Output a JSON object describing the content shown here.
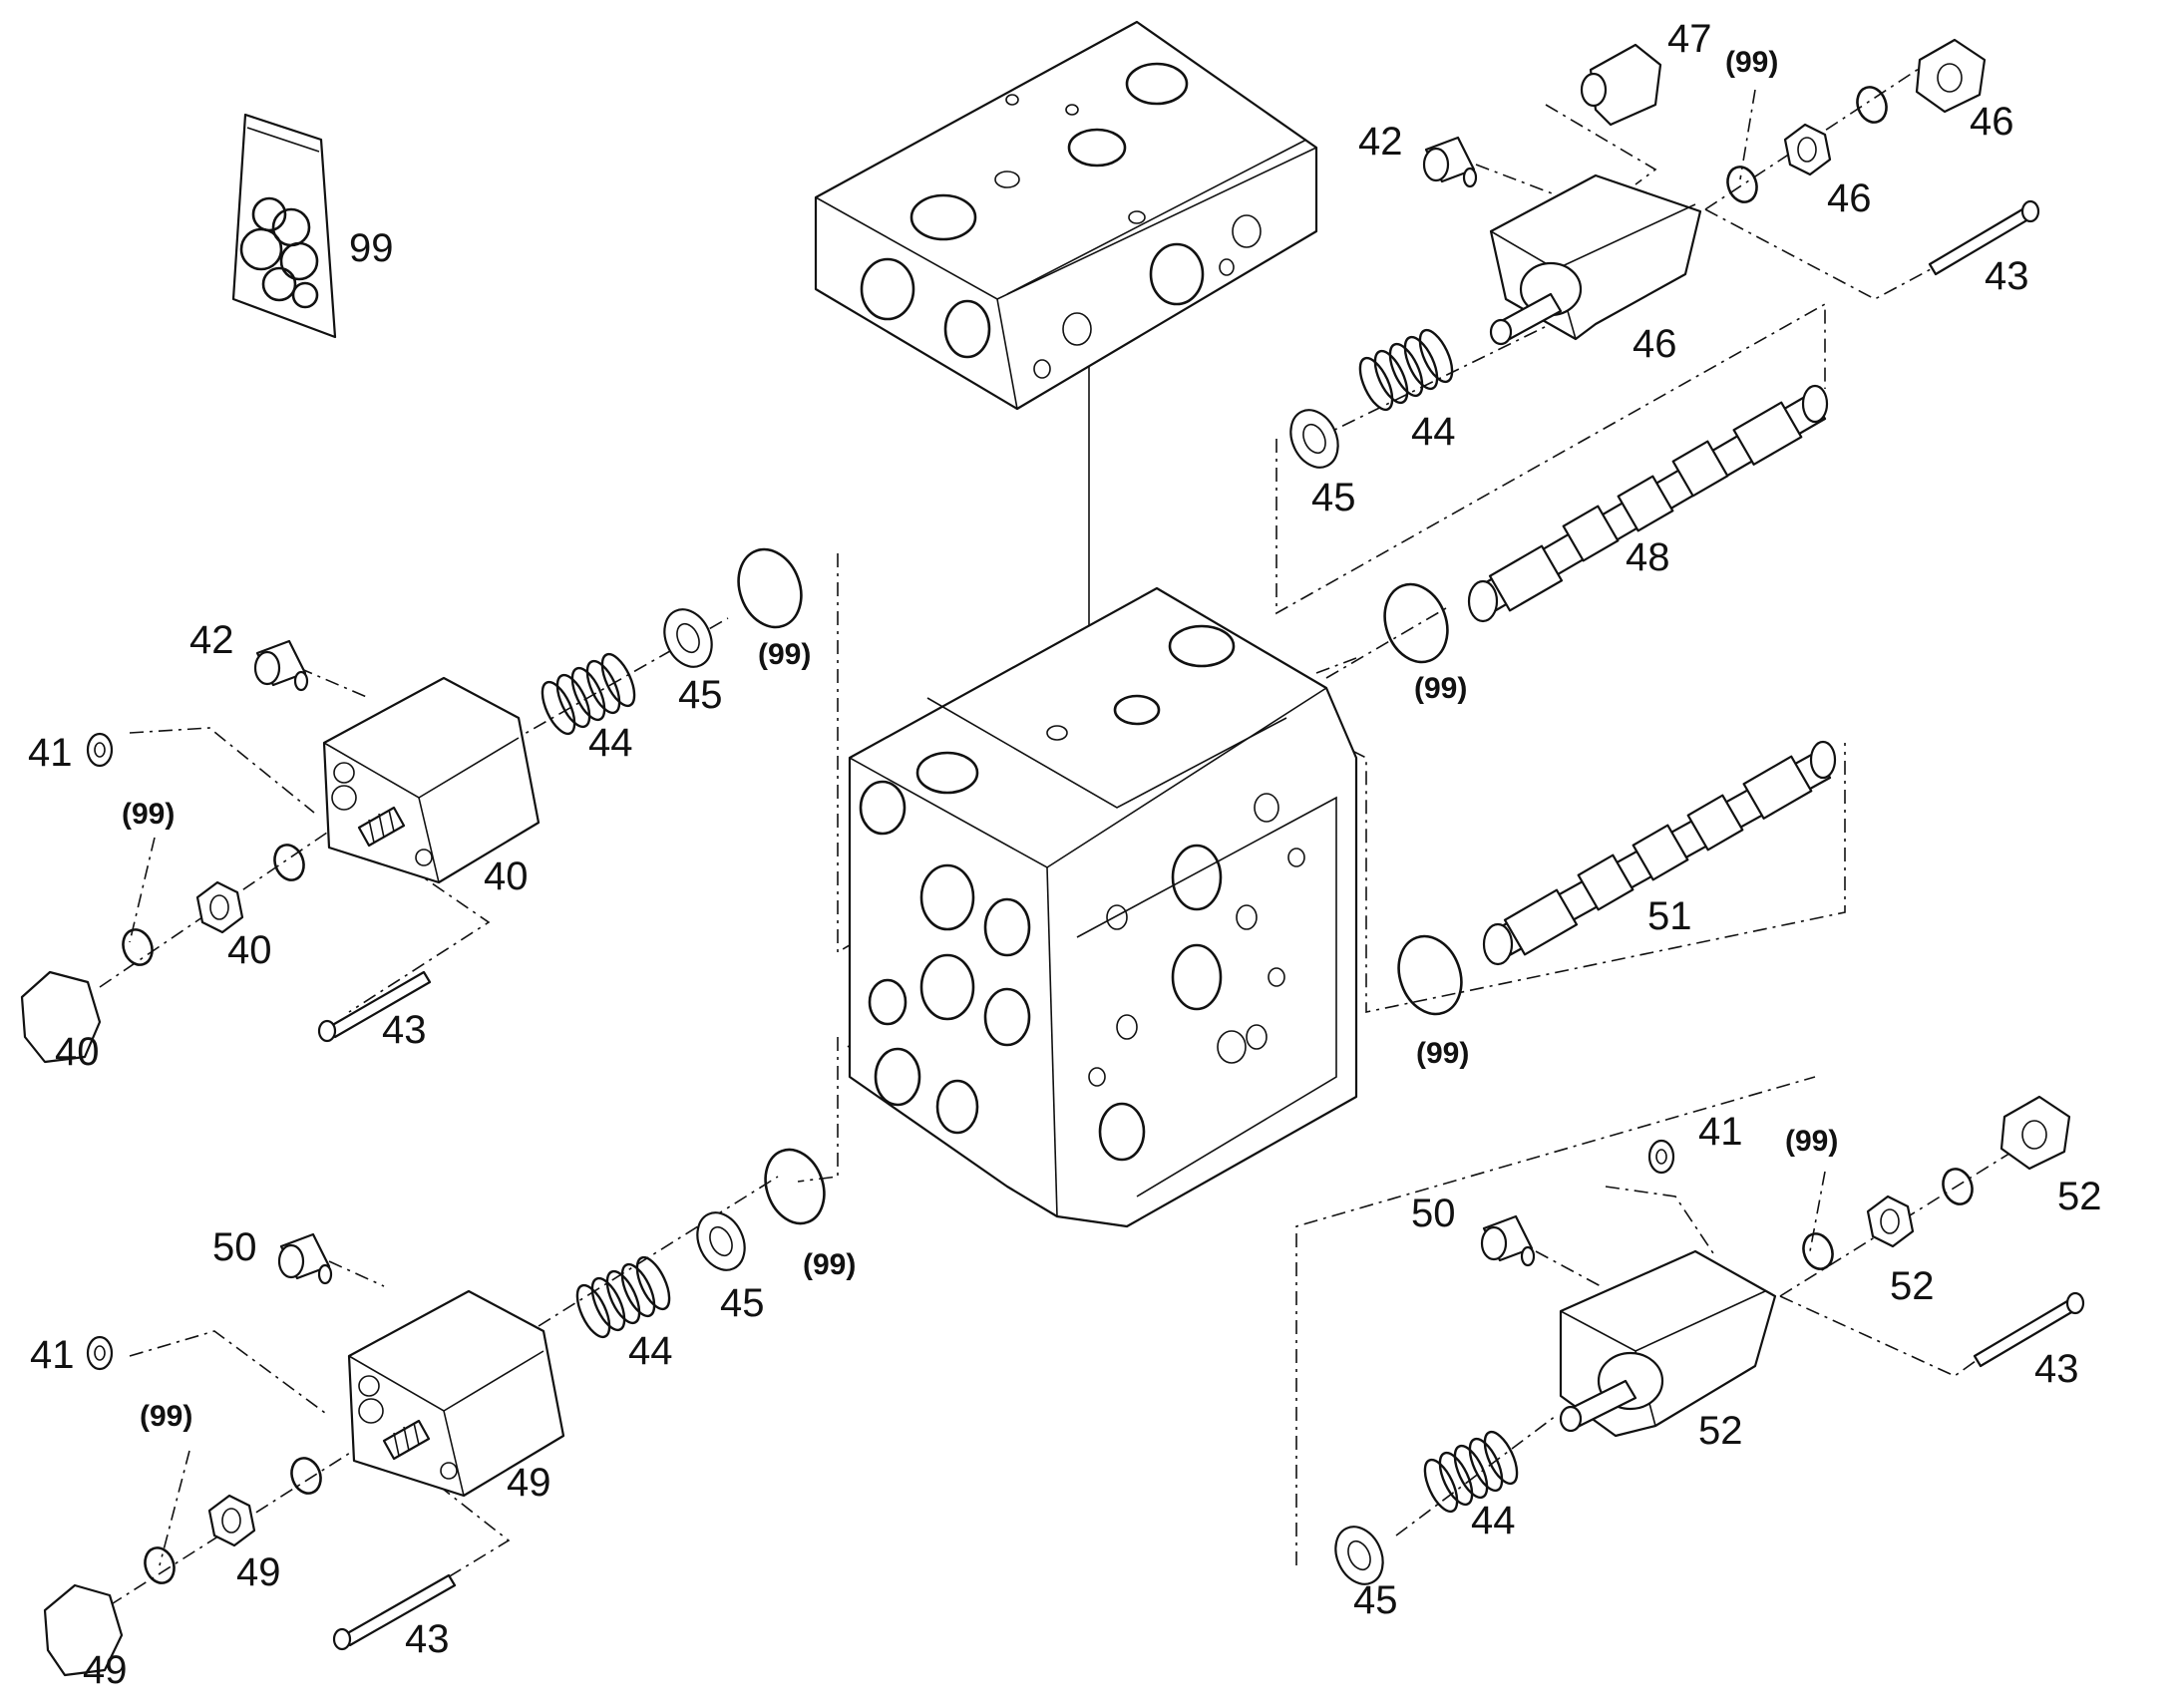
{
  "diagram": {
    "kind": "exploded-parts-view",
    "callouts": [
      {
        "id": "c99-kit",
        "label": "99"
      },
      {
        "id": "c47",
        "label": "47"
      },
      {
        "id": "c99-a",
        "label": "(99)"
      },
      {
        "id": "c46-a",
        "label": "46"
      },
      {
        "id": "c42-a",
        "label": "42"
      },
      {
        "id": "c46-b",
        "label": "46"
      },
      {
        "id": "c43-a",
        "label": "43"
      },
      {
        "id": "c46-c",
        "label": "46"
      },
      {
        "id": "c44-a",
        "label": "44"
      },
      {
        "id": "c45-a",
        "label": "45"
      },
      {
        "id": "c48",
        "label": "48"
      },
      {
        "id": "c99-b",
        "label": "(99)"
      },
      {
        "id": "c42-b",
        "label": "42"
      },
      {
        "id": "c99-c",
        "label": "(99)"
      },
      {
        "id": "c45-b",
        "label": "45"
      },
      {
        "id": "c44-b",
        "label": "44"
      },
      {
        "id": "c41-a",
        "label": "41"
      },
      {
        "id": "c99-d",
        "label": "(99)"
      },
      {
        "id": "c40-a",
        "label": "40"
      },
      {
        "id": "c40-b",
        "label": "40"
      },
      {
        "id": "c40-c",
        "label": "40"
      },
      {
        "id": "c43-b",
        "label": "43"
      },
      {
        "id": "c51",
        "label": "51"
      },
      {
        "id": "c99-e",
        "label": "(99)"
      },
      {
        "id": "c41-b",
        "label": "41"
      },
      {
        "id": "c99-f",
        "label": "(99)"
      },
      {
        "id": "c52-a",
        "label": "52"
      },
      {
        "id": "c50-a",
        "label": "50"
      },
      {
        "id": "c52-b",
        "label": "52"
      },
      {
        "id": "c43-c",
        "label": "43"
      },
      {
        "id": "c52-c",
        "label": "52"
      },
      {
        "id": "c44-c",
        "label": "44"
      },
      {
        "id": "c45-c",
        "label": "45"
      },
      {
        "id": "c50-b",
        "label": "50"
      },
      {
        "id": "c41-c",
        "label": "41"
      },
      {
        "id": "c99-g",
        "label": "(99)"
      },
      {
        "id": "c45-d",
        "label": "45"
      },
      {
        "id": "c44-d",
        "label": "44"
      },
      {
        "id": "c99-h",
        "label": "(99)"
      },
      {
        "id": "c49-a",
        "label": "49"
      },
      {
        "id": "c49-b",
        "label": "49"
      },
      {
        "id": "c49-c",
        "label": "49"
      },
      {
        "id": "c43-d",
        "label": "43"
      }
    ]
  }
}
